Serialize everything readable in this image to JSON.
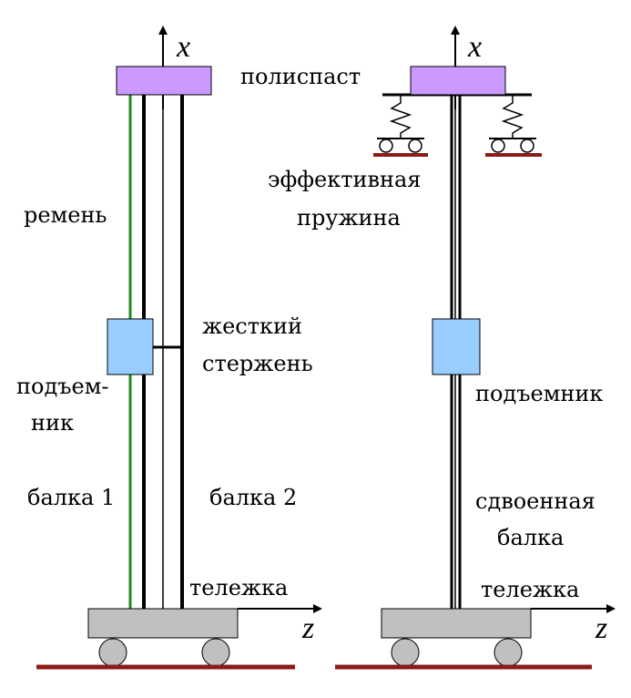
{
  "left": {
    "axis_x": "x",
    "axis_z": "z",
    "pulley_label": "полиспаст",
    "belt_label": "ремень",
    "rod_label_1": "жесткий",
    "rod_label_2": "стержень",
    "lift_label_1": "подъем-",
    "lift_label_2": "ник",
    "beam1_label": "балка 1",
    "beam2_label": "балка 2",
    "cart_label": "тележка"
  },
  "right": {
    "axis_x": "x",
    "axis_z": "z",
    "spring_label_1": "эффективная",
    "spring_label_2": "пружина",
    "lift_label": "подъемник",
    "beam_label_1": "сдвоенная",
    "beam_label_2": "балка",
    "cart_label": "тележка"
  },
  "colors": {
    "pulley": "#cc99ff",
    "lift": "#99ccff",
    "cart": "#c0c0c0",
    "ground": "#8b1a1a",
    "belt": "#1e8c1e"
  }
}
